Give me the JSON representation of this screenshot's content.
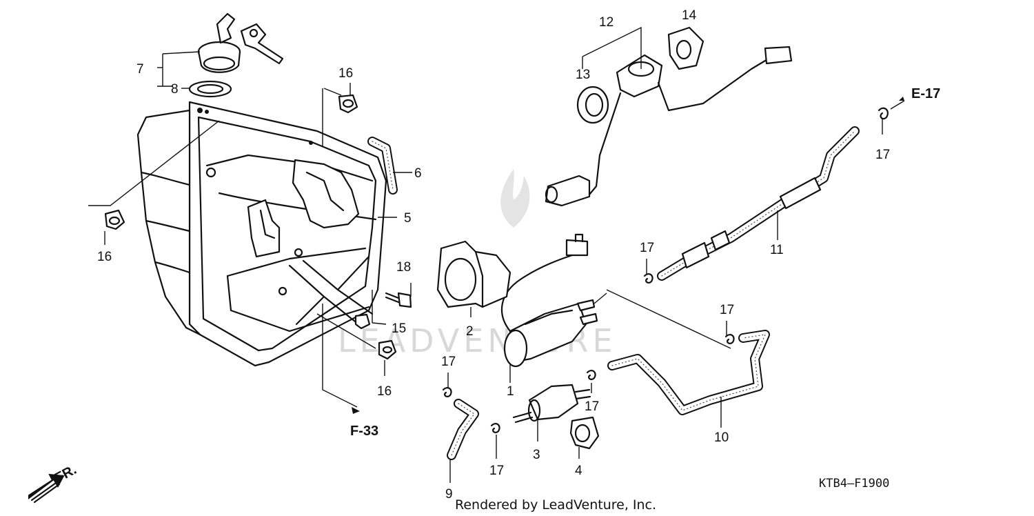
{
  "diagram": {
    "labels": {
      "p1": "1",
      "p2": "2",
      "p3": "3",
      "p4": "4",
      "p5": "5",
      "p6": "6",
      "p7": "7",
      "p8": "8",
      "p9": "9",
      "p10": "10",
      "p11": "11",
      "p12": "12",
      "p13": "13",
      "p14": "14",
      "p15": "15",
      "p16a": "16",
      "p16b": "16",
      "p16c": "16",
      "p17a": "17",
      "p17b": "17",
      "p17c": "17",
      "p17d": "17",
      "p17e": "17",
      "p17f": "17",
      "p18": "18"
    },
    "refs": {
      "e17": "E-17",
      "f33": "F-33",
      "fr": "FR."
    },
    "code": "KTB4—F1900",
    "credit": "Rendered by LeadVenture, Inc.",
    "watermark": "LEADVENTURE"
  }
}
